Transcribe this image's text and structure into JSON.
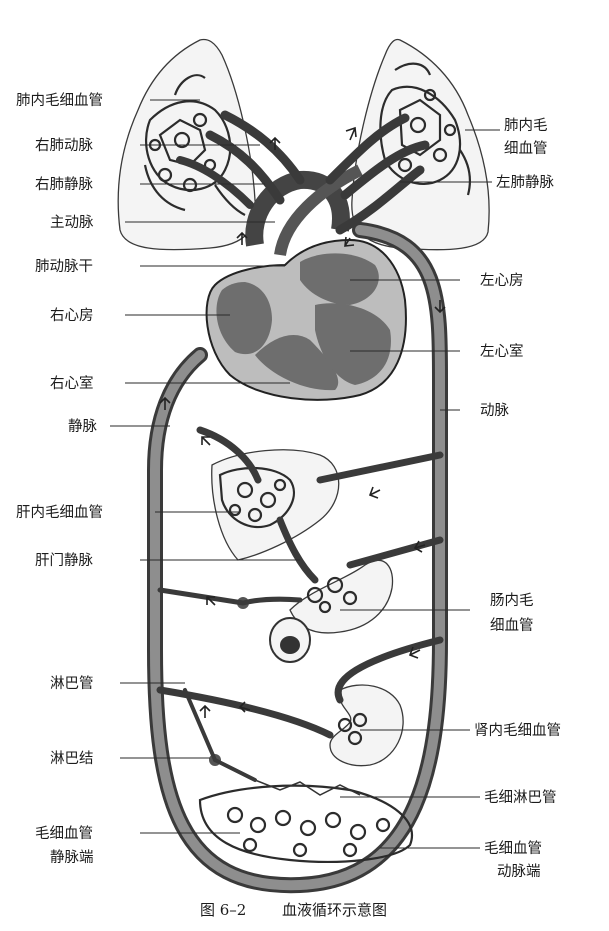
{
  "labels_left": [
    {
      "key": "pulm_cap_left",
      "text": "肺内毛细血管"
    },
    {
      "key": "right_pulm_artery",
      "text": "右肺动脉"
    },
    {
      "key": "right_pulm_vein",
      "text": "右肺静脉"
    },
    {
      "key": "aorta",
      "text": "主动脉"
    },
    {
      "key": "pulm_trunk",
      "text": "肺动脉干"
    },
    {
      "key": "right_atrium",
      "text": "右心房"
    },
    {
      "key": "right_ventricle",
      "text": "右心室"
    },
    {
      "key": "vein",
      "text": "静脉"
    },
    {
      "key": "liver_cap",
      "text": "肝内毛细血管"
    },
    {
      "key": "portal_vein",
      "text": "肝门静脉"
    },
    {
      "key": "lymph_vessel",
      "text": "淋巴管"
    },
    {
      "key": "lymph_node",
      "text": "淋巴结"
    },
    {
      "key": "cap_venous_1",
      "text": "毛细血管"
    },
    {
      "key": "cap_venous_2",
      "text": "静脉端"
    }
  ],
  "labels_right": [
    {
      "key": "pulm_cap_right_1",
      "text": "肺内毛"
    },
    {
      "key": "pulm_cap_right_2",
      "text": "细血管"
    },
    {
      "key": "left_pulm_vein",
      "text": "左肺静脉"
    },
    {
      "key": "left_atrium",
      "text": "左心房"
    },
    {
      "key": "left_ventricle",
      "text": "左心室"
    },
    {
      "key": "artery",
      "text": "动脉"
    },
    {
      "key": "intestine_cap_1",
      "text": "肠内毛"
    },
    {
      "key": "intestine_cap_2",
      "text": "细血管"
    },
    {
      "key": "kidney_cap",
      "text": "肾内毛细血管"
    },
    {
      "key": "cap_lymph",
      "text": "毛细淋巴管"
    },
    {
      "key": "cap_arterial_1",
      "text": "毛细血管"
    },
    {
      "key": "cap_arterial_2",
      "text": "动脉端"
    }
  ],
  "caption": {
    "figure": "图 6–2",
    "title": "血液循环示意图"
  },
  "colors": {
    "vessel_dark": "#3a3a3a",
    "vessel_light": "#8e8e8e",
    "organ_fill": "#f4f4f4",
    "text": "#1c1c1c"
  }
}
